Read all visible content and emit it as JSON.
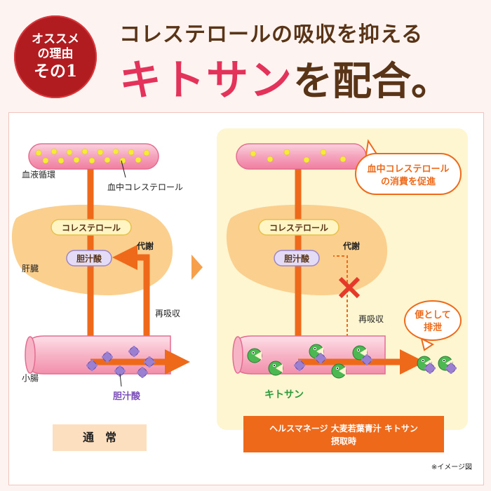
{
  "badge": {
    "line1": "オススメ",
    "line2": "の理由",
    "line3": "その1"
  },
  "headline": {
    "line1": "コレステロールの吸収を抑える",
    "highlight": "キトサン",
    "rest": "を配合。"
  },
  "left": {
    "blood_label": "血液循環",
    "blood_chol_label": "血中コレステロール",
    "liver_label": "肝臓",
    "chol_box": "コレステロール",
    "bile_box": "胆汁酸",
    "metab_label": "代謝",
    "reabsorb_label": "再吸収",
    "intestine_label": "小腸",
    "bile_acid_label": "胆汁酸",
    "footer": "通　常"
  },
  "right": {
    "chol_box": "コレステロール",
    "bile_box": "胆汁酸",
    "metab_label": "代謝",
    "reabsorb_label": "再吸収",
    "bubble1_line1": "血中コレステロール",
    "bubble1_line2": "の消費を促進",
    "bubble2_line1": "便として",
    "bubble2_line2": "排泄",
    "chitosan_label": "キトサン",
    "footer_line1": "ヘルスマネージ 大麦若葉青汁 キトサン",
    "footer_line2": "摂取時"
  },
  "note": "※イメージ図",
  "colors": {
    "brand_red": "#b01c20",
    "highlight_pink": "#e4335a",
    "brown_text": "#5a3416",
    "arrow_orange": "#ee6a1a",
    "liver_peach": "#fbcf8e",
    "right_bg": "#fdf6d0",
    "bile_purple": "#8a6ac0",
    "chitosan_green": "#2f9a3c",
    "vessel_pink": "#f39bb6"
  }
}
